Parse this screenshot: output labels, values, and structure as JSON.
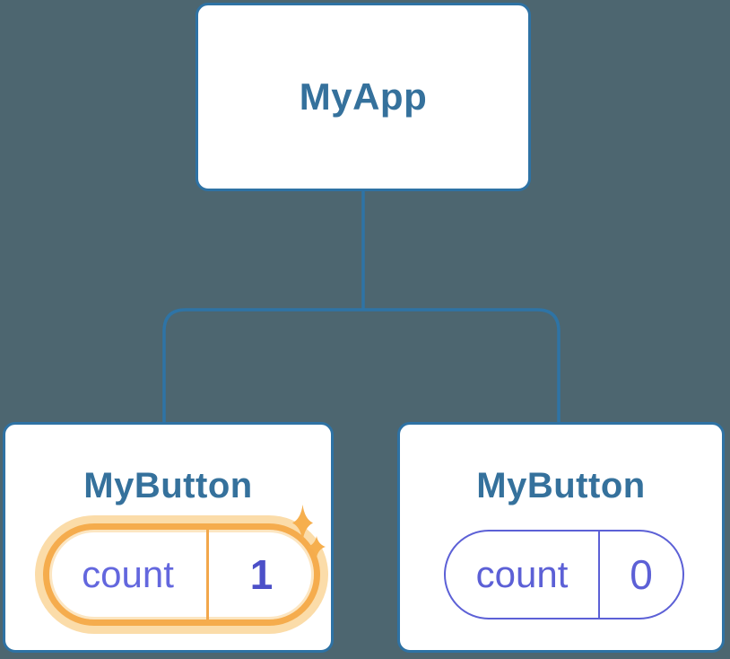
{
  "diagram": {
    "root": {
      "label": "MyApp"
    },
    "children": [
      {
        "label": "MyButton",
        "state": {
          "key": "count",
          "value": "1"
        },
        "highlighted": true
      },
      {
        "label": "MyButton",
        "state": {
          "key": "count",
          "value": "0"
        },
        "highlighted": false
      }
    ]
  },
  "icons": {
    "sparkle_large": "four-point-star-icon",
    "sparkle_small": "four-point-star-icon"
  },
  "colors": {
    "background": "#4D6670",
    "box_border": "#2E72A4",
    "connector": "#2E74A6",
    "label_text": "#35719C",
    "pill_orange": "#F5AC4D",
    "pill_glow": "#FBDCA9",
    "pill_inset": "#FCE6C2",
    "pill_divider": "#F2A74B",
    "indigo": "#5C60D6",
    "count_text": "#6367DE",
    "value_text": "#4C50C8",
    "sparkle": "#F6AF4E"
  }
}
